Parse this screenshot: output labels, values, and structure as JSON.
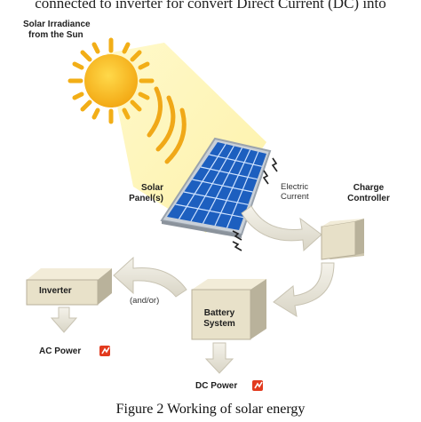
{
  "top_text": "connected to inverter for convert Direct Current (DC) into",
  "labels": {
    "sun": "Solar Irradiance from the Sun",
    "sun_line1": "Solar Irradiance",
    "sun_line2": "from the Sun",
    "panel_line1": "Solar",
    "panel_line2": "Panel(s)",
    "electric_line1": "Electric",
    "electric_line2": "Current",
    "controller_line1": "Charge",
    "controller_line2": "Controller",
    "inverter": "Inverter",
    "andor": "(and/or)",
    "battery_line1": "Battery",
    "battery_line2": "System",
    "ac_power": "AC Power",
    "dc_power": "DC Power"
  },
  "caption": "Figure 2 Working of solar energy",
  "colors": {
    "sun": "#f7c21c",
    "sun_ray": "#f3ad18",
    "beam": "#fff3a8",
    "panel_cell": "#1f6fd0",
    "panel_frame": "#bfc6cf",
    "box_face": "#e6dfc8",
    "box_side": "#b9b29c",
    "arrow": "#e9e6dc",
    "power_icon": "#e23a1e"
  },
  "icons": [
    "sun-icon",
    "lightning-icon",
    "power-plug-icon"
  ]
}
